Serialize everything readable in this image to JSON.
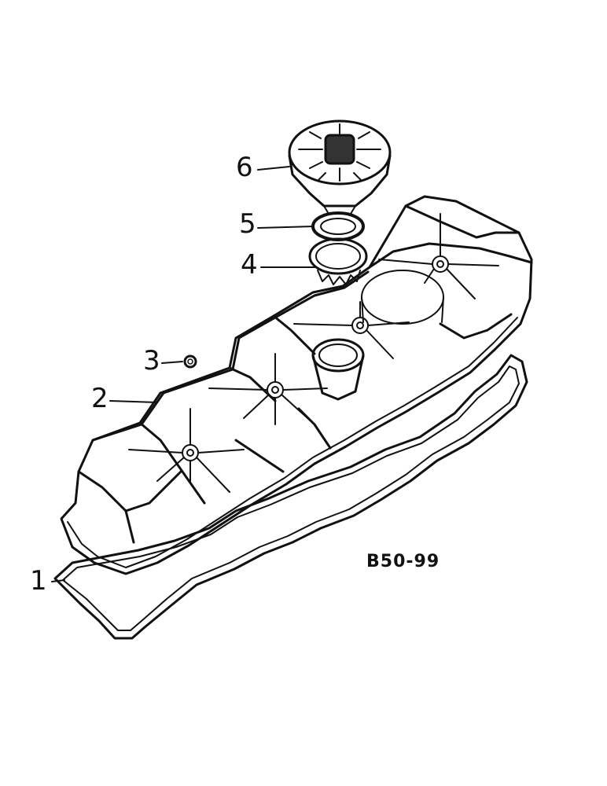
{
  "figure_id": "B50-99",
  "callouts": [
    {
      "number": "1",
      "part": "gasket"
    },
    {
      "number": "2",
      "part": "valve-cover"
    },
    {
      "number": "3",
      "part": "sealing-washer"
    },
    {
      "number": "4",
      "part": "clamp-ring"
    },
    {
      "number": "5",
      "part": "o-ring"
    },
    {
      "number": "6",
      "part": "filler-cap"
    }
  ],
  "colors": {
    "line": "#111111",
    "paper": "#ffffff"
  }
}
